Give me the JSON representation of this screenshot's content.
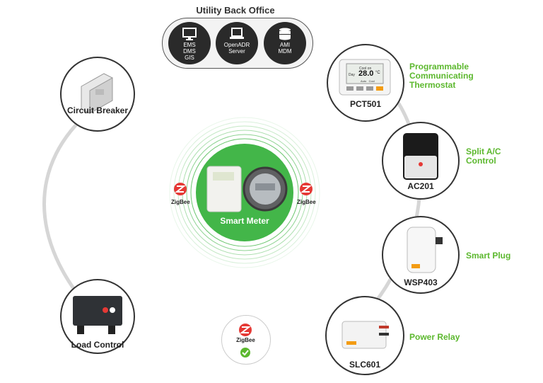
{
  "utility_back_office": {
    "title": "Utility Back Office",
    "items": [
      {
        "label": "EMS\nDMS\nGIS",
        "icon": "monitor-icon"
      },
      {
        "label": "OpenADR\nServer",
        "icon": "laptop-icon"
      },
      {
        "label": "AMI\nMDM",
        "icon": "database-icon"
      }
    ]
  },
  "smart_meter": {
    "label": "Smart Meter"
  },
  "zigbee": {
    "text": "ZigBee"
  },
  "left_devices": {
    "circuit_breaker": "Circuit Breaker",
    "load_control": "Load Control"
  },
  "right_devices": [
    {
      "name": "Programmable\nCommunicating\nThermostat",
      "code": "PCT501"
    },
    {
      "name": "Split A/C\nControl",
      "code": "AC201"
    },
    {
      "name": "Smart Plug",
      "code": "WSP403"
    },
    {
      "name": "Power Relay",
      "code": "SLC601"
    }
  ],
  "thermostat_screen": {
    "top": "Cool on",
    "value": "28.0",
    "unit": "°C",
    "day": "Day",
    "bottom": "Auto   Cool"
  },
  "colors": {
    "green": "#43b649",
    "label_green": "#5cb82e",
    "line": "#d9d9d9"
  }
}
